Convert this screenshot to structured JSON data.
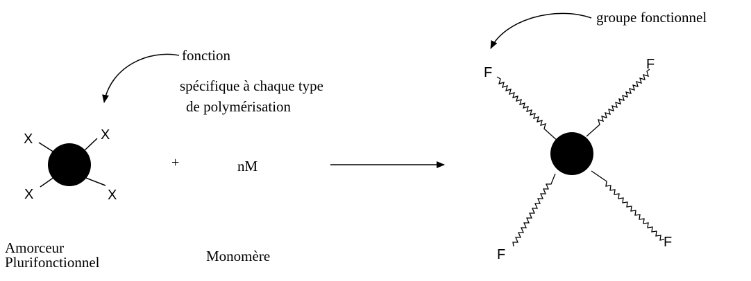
{
  "diagram": {
    "annotations": {
      "function_line1": "fonction",
      "function_line2": "spécifique à chaque type",
      "function_line3": "de polymérisation",
      "functional_group": "groupe fonctionnel"
    },
    "initiator": {
      "substituents": [
        "X",
        "X",
        "X",
        "X"
      ],
      "label_line1": "Amorceur",
      "label_line2": "Plurifonctionnel"
    },
    "plus_sign": "+",
    "monomer": {
      "formula": "nM",
      "label": "Monomère"
    },
    "product": {
      "end_groups": [
        "F",
        "F",
        "F",
        "F"
      ]
    }
  }
}
